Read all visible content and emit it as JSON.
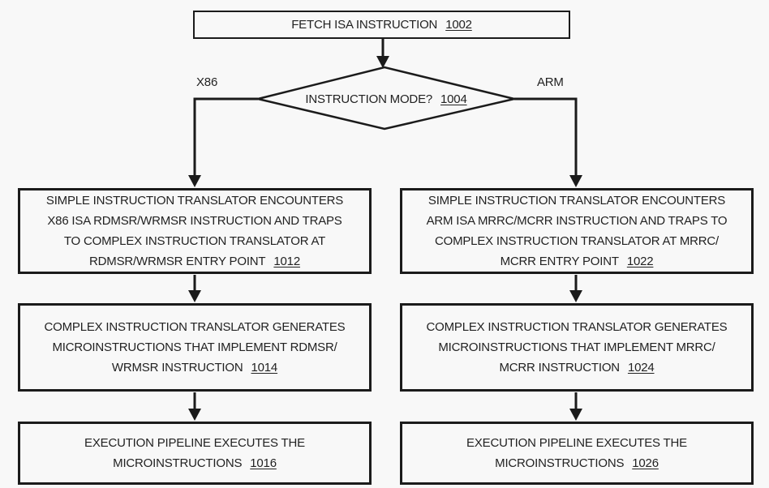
{
  "page": {
    "background_color": "#f8f8f8",
    "line_color": "#1b1b1b",
    "text_color": "#222222"
  },
  "flowchart": {
    "fetch": {
      "text": "FETCH ISA INSTRUCTION",
      "ref": "1002"
    },
    "decision": {
      "text": "INSTRUCTION MODE?",
      "ref": "1004"
    },
    "branch_labels": {
      "left": "X86",
      "right": "ARM"
    },
    "x86_path": {
      "translate": {
        "lines": [
          "SIMPLE INSTRUCTION TRANSLATOR ENCOUNTERS",
          "X86 ISA RDMSR/WRMSR INSTRUCTION AND TRAPS",
          "TO COMPLEX INSTRUCTION TRANSLATOR AT",
          "RDMSR/WRMSR ENTRY POINT"
        ],
        "ref": "1012"
      },
      "generate": {
        "lines": [
          "COMPLEX INSTRUCTION TRANSLATOR GENERATES",
          "MICROINSTRUCTIONS THAT IMPLEMENT RDMSR/",
          "WRMSR INSTRUCTION"
        ],
        "ref": "1014"
      },
      "execute": {
        "lines": [
          "EXECUTION PIPELINE EXECUTES THE",
          "MICROINSTRUCTIONS"
        ],
        "ref": "1016"
      }
    },
    "arm_path": {
      "translate": {
        "lines": [
          "SIMPLE INSTRUCTION TRANSLATOR ENCOUNTERS",
          "ARM ISA MRRC/MCRR INSTRUCTION AND TRAPS TO",
          "COMPLEX INSTRUCTION TRANSLATOR AT MRRC/",
          "MCRR ENTRY POINT"
        ],
        "ref": "1022"
      },
      "generate": {
        "lines": [
          "COMPLEX INSTRUCTION TRANSLATOR GENERATES",
          "MICROINSTRUCTIONS THAT IMPLEMENT MRRC/",
          "MCRR INSTRUCTION"
        ],
        "ref": "1024"
      },
      "execute": {
        "lines": [
          "EXECUTION PIPELINE EXECUTES THE",
          "MICROINSTRUCTIONS"
        ],
        "ref": "1026"
      }
    }
  }
}
